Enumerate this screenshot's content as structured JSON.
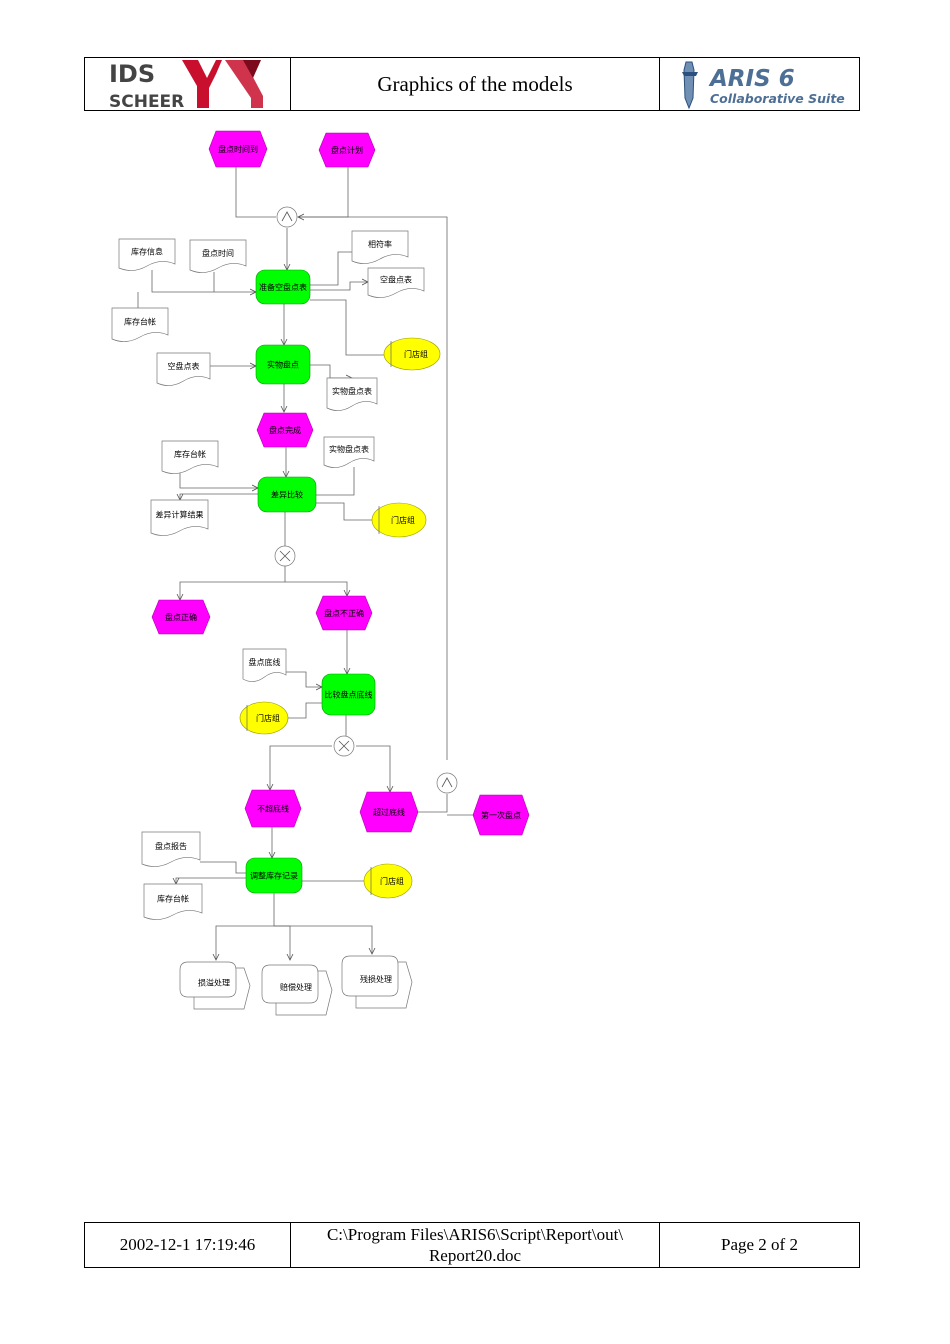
{
  "header": {
    "logo_left_line1": "IDS",
    "logo_left_line2": "SCHEER",
    "title": "Graphics of the models",
    "logo_right_line1": "ARIS 6",
    "logo_right_line2": "Collaborative Suite"
  },
  "footer": {
    "datetime": "2002-12-1 17:19:46",
    "path_line1": "C:\\Program Files\\ARIS6\\Script\\Report\\out\\",
    "path_line2": "Report20.doc",
    "page": "Page 2  of 2"
  },
  "colors": {
    "event": "#ff00ff",
    "function": "#00ff00",
    "org_unit": "#ffff00",
    "logo_red": "#c8102e",
    "aris_blue": "#2b4f7e",
    "connector": "#555555"
  },
  "diagram": {
    "events": {
      "e1": "盘点时间到",
      "e2": "盘点计划",
      "e3": "盘点完成",
      "e4": "盘点正确",
      "e5": "盘点不正确",
      "e6": "不超底线",
      "e7": "超过底线",
      "e8": "第一次盘点"
    },
    "functions": {
      "f1": "准备空盘点表",
      "f2": "实物盘点",
      "f3": "差异比较",
      "f4": "比较盘点底线",
      "f5": "调整库存记录"
    },
    "documents": {
      "d1": "库存信息",
      "d2": "盘点时间",
      "d3": "相符率",
      "d4": "空盘点表",
      "d5": "库存台帐",
      "d6": "空盘点表",
      "d7": "实物盘点表",
      "d8": "库存台帐",
      "d9": "实物盘点表",
      "d10": "差异计算结果",
      "d11": "盘点底线",
      "d12": "盘点报告",
      "d13": "库存台帐"
    },
    "org_units": {
      "o1": "门店组",
      "o2": "门店组",
      "o3": "门店组",
      "o4": "门店组"
    },
    "processes": {
      "p1": "损溢处理",
      "p2": "赔偿处理",
      "p3": "残损处理"
    },
    "operators": {
      "and": "∧",
      "xor": "×"
    }
  }
}
